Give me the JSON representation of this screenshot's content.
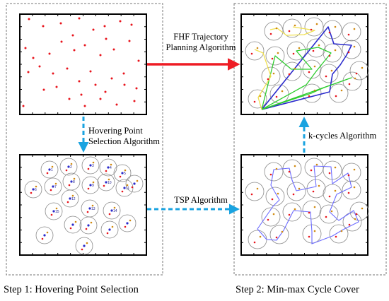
{
  "labels": {
    "fhf_line1": "FHF Trajectory",
    "fhf_line2": "Planning Algorithm",
    "hover_line1": "Hovering Point",
    "hover_line2": "Selection Algorithm",
    "tsp": "TSP Algorithm",
    "kcycles": "k-cycles Algorithm"
  },
  "captions": {
    "step1": "Step 1: Hovering Point Selection",
    "step2": "Step 2: Min-max Cycle Cover"
  },
  "hover_point_ids": [
    "1",
    "2",
    "3",
    "4",
    "5",
    "6",
    "7",
    "8",
    "9",
    "10",
    "11",
    "12",
    "13",
    "14",
    "15"
  ],
  "colors": {
    "sensor": "#e8141c",
    "fhf_arrow": "#ee1c24",
    "dashed_arrow": "#1aa3e0",
    "tsp_path": "#6c6cff",
    "cycle_blue": "#2b2bcc",
    "cycle_green": "#2ecc2e",
    "cycle_yellow": "#f0e050",
    "circle": "#8a8a8a"
  }
}
